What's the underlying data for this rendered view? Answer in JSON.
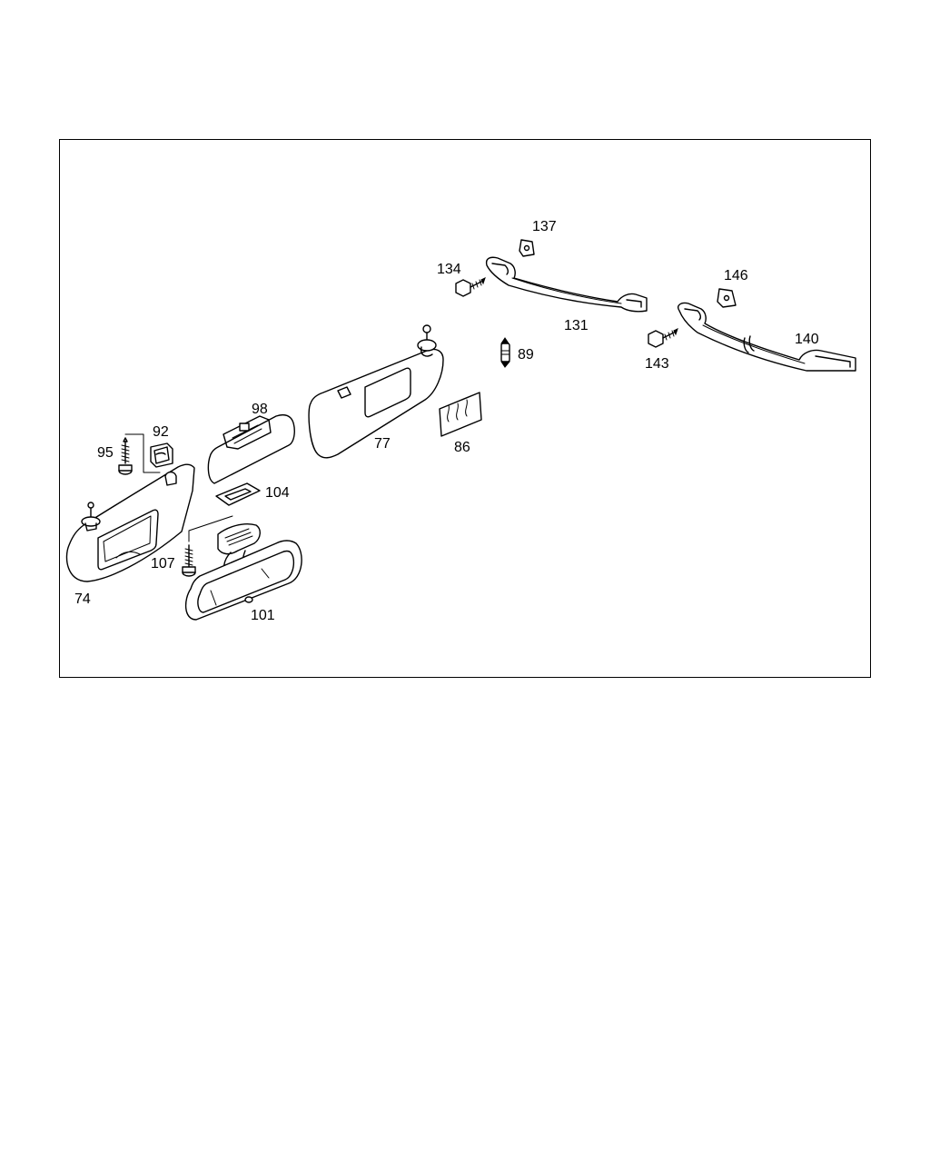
{
  "callouts": {
    "p74": "74",
    "p77": "77",
    "p86": "86",
    "p89": "89",
    "p92": "92",
    "p95": "95",
    "p98": "98",
    "p101": "101",
    "p104": "104",
    "p107": "107",
    "p131": "131",
    "p134": "134",
    "p137": "137",
    "p140": "140",
    "p143": "143",
    "p146": "146"
  },
  "colors": {
    "ink": "#000000",
    "paper": "#ffffff"
  }
}
